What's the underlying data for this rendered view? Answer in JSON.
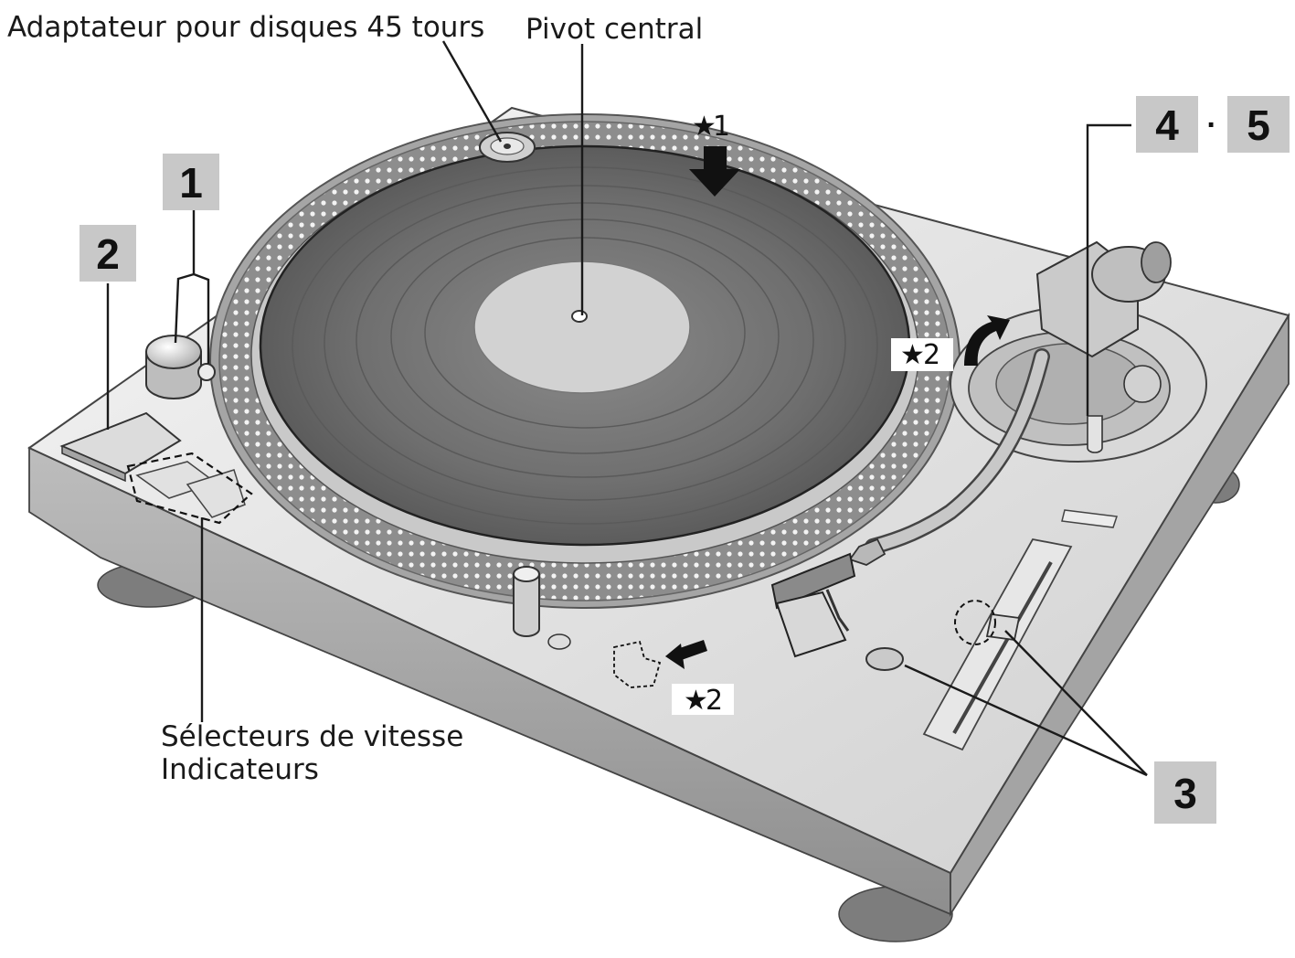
{
  "labels": {
    "adapter": "Adaptateur pour disques 45 tours",
    "spindle": "Pivot central",
    "speed_selectors": "Sélecteurs de vitesse",
    "indicators": "Indicateurs"
  },
  "step_badges": {
    "step1": "1",
    "step2": "2",
    "step3": "3",
    "step4": "4",
    "separator": "·",
    "step5": "5"
  },
  "notes": {
    "star1": "1",
    "star2_armrest": "2",
    "star2_cartridge": "2",
    "star_symbol": "★"
  },
  "colors": {
    "badge_bg": "#c8c8c8",
    "chassis_top": "#e6e6e6",
    "chassis_side": "#9a9a9a",
    "platter_record": "#7a7a7a",
    "record_label": "#cfcfcf"
  }
}
